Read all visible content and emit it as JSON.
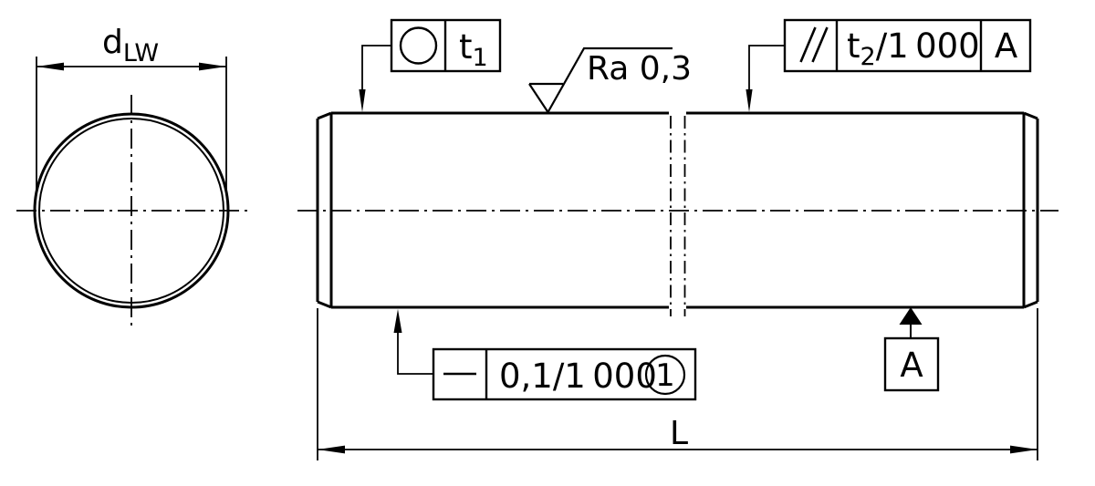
{
  "colors": {
    "ink": "#000000",
    "paper": "#ffffff"
  },
  "end_view": {
    "diameter_label_main": "d",
    "diameter_label_sub": "LW"
  },
  "side_view": {
    "roughness_label": "Ra 0,3"
  },
  "callouts": {
    "circularity": {
      "tolerance_main": "t",
      "tolerance_sub": "1"
    },
    "parallelism": {
      "tolerance_main": "t",
      "tolerance_sub": "2",
      "tolerance_rest": "/1 000",
      "datum_ref": "A"
    },
    "straightness": {
      "tolerance": "0,1/1 000",
      "note_number": "1"
    },
    "datum": {
      "label": "A"
    }
  },
  "dimensions": {
    "length_label": "L"
  }
}
